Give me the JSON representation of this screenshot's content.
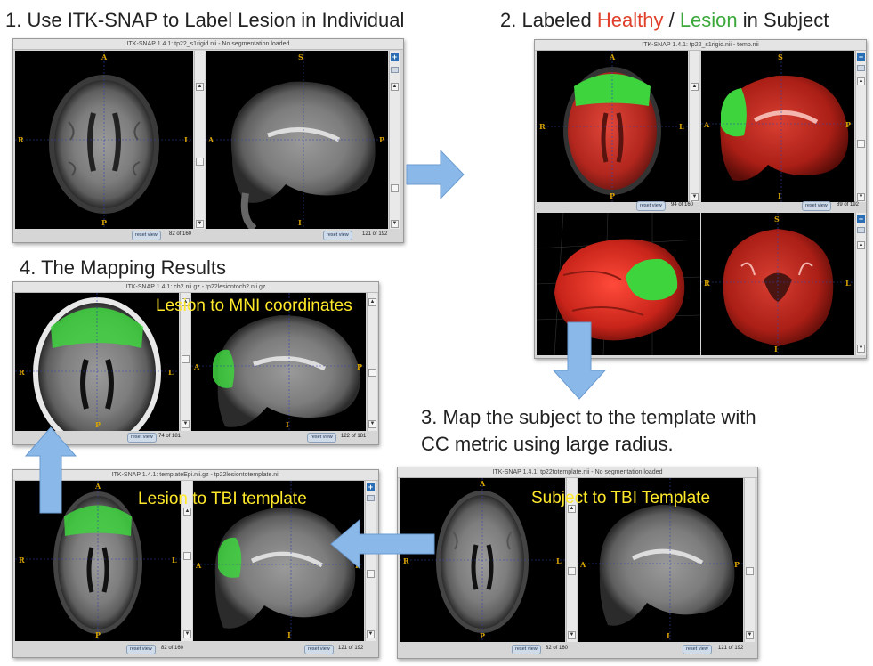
{
  "steps": {
    "s1": "1.  Use ITK-SNAP to Label Lesion in Individual",
    "s2_prefix": "2.  Labeled ",
    "s2_healthy": "Healthy",
    "s2_sep": " / ",
    "s2_lesion": "Lesion",
    "s2_suffix": " in Subject",
    "s3_line1": "3.   Map the subject to the template with",
    "s3_line2": "CC metric using large radius.",
    "s4": "4.  The Mapping Results"
  },
  "windows": {
    "w1": {
      "title": "ITK-SNAP 1.4.1: tp22_s1rigid.nii - No segmentation loaded",
      "slice_a": "82 of 160",
      "slice_b": "121 of 192"
    },
    "w2": {
      "title": "ITK-SNAP 1.4.1: tp22_s1rigid.nii - temp.nii",
      "slice_a": "94 of 160",
      "slice_b": "89 of 192"
    },
    "w4": {
      "title": "ITK-SNAP 1.4.1: ch2.nii.gz - tp22lesiontoch2.nii.gz",
      "slice_a": "74 of 181",
      "slice_b": "122 of 181",
      "overlay": "Lesion to MNI coordinates"
    },
    "w5": {
      "title": "ITK-SNAP 1.4.1: templateEpi.nii.gz - tp22lesiontotemplate.nii",
      "slice_a": "82 of 160",
      "slice_b": "121 of 192",
      "overlay": "Lesion to TBI template"
    },
    "w6": {
      "title": "ITK-SNAP 1.4.1: tp22totemplate.nii - No segmentation loaded",
      "slice_a": "82 of 160",
      "slice_b": "121 of 192",
      "overlay": "Subject to TBI Template"
    }
  },
  "reset_label": "reset view",
  "orient": {
    "A": "A",
    "P": "P",
    "R": "R",
    "L": "L",
    "S": "S",
    "I": "I"
  },
  "colors": {
    "healthy": "#e0402a",
    "lesion": "#3aa83a",
    "arrow": "#8ab8e8",
    "overlay_text": "#ffe92a",
    "label_text": "#d9a300"
  }
}
